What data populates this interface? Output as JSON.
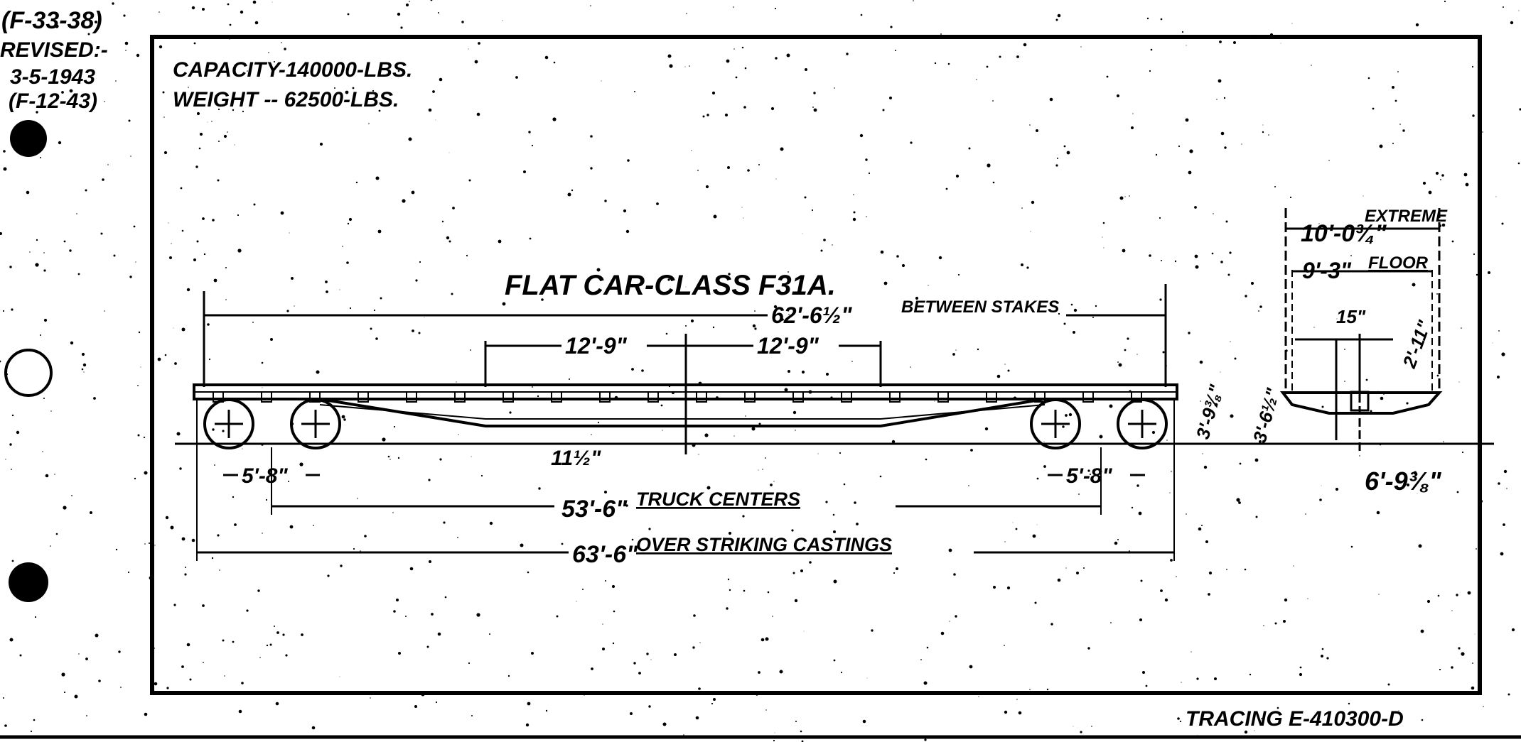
{
  "margin_notes": {
    "code": "(F-33-38)",
    "revised_label": "REVISED:-",
    "revised_date": "3-5-1943",
    "revised_code": "(F-12-43)"
  },
  "specs": {
    "capacity": "CAPACITY-140000-LBS.",
    "weight": "WEIGHT -- 62500-LBS."
  },
  "title": "FLAT CAR-CLASS F31A.",
  "dimensions": {
    "between_stakes_value": "62'-6½\"",
    "between_stakes_label": "BETWEEN STAKES",
    "panel_left": "12'-9\"",
    "panel_right": "12'-9\"",
    "sill_depth": "11½\"",
    "wheelbase_left": "5'-8\"",
    "wheelbase_right": "5'-8\"",
    "truck_centers_value": "53'-6\"",
    "truck_centers_label": "TRUCK CENTERS",
    "over_castings_value": "63'-6\"",
    "over_castings_label": "OVER STRIKING CASTINGS",
    "height_a": "3'-9⅜\"",
    "height_b": "3'-6½\""
  },
  "end_view": {
    "extreme_value": "10'-0¾\"",
    "extreme_label": "EXTREME",
    "floor_value": "9'-3\"",
    "floor_label": "FLOOR",
    "center_width": "15\"",
    "stake_height": "2'-11\"",
    "truck_width": "6'-9⅜\""
  },
  "tracing": "TRACING E-410300-D"
}
